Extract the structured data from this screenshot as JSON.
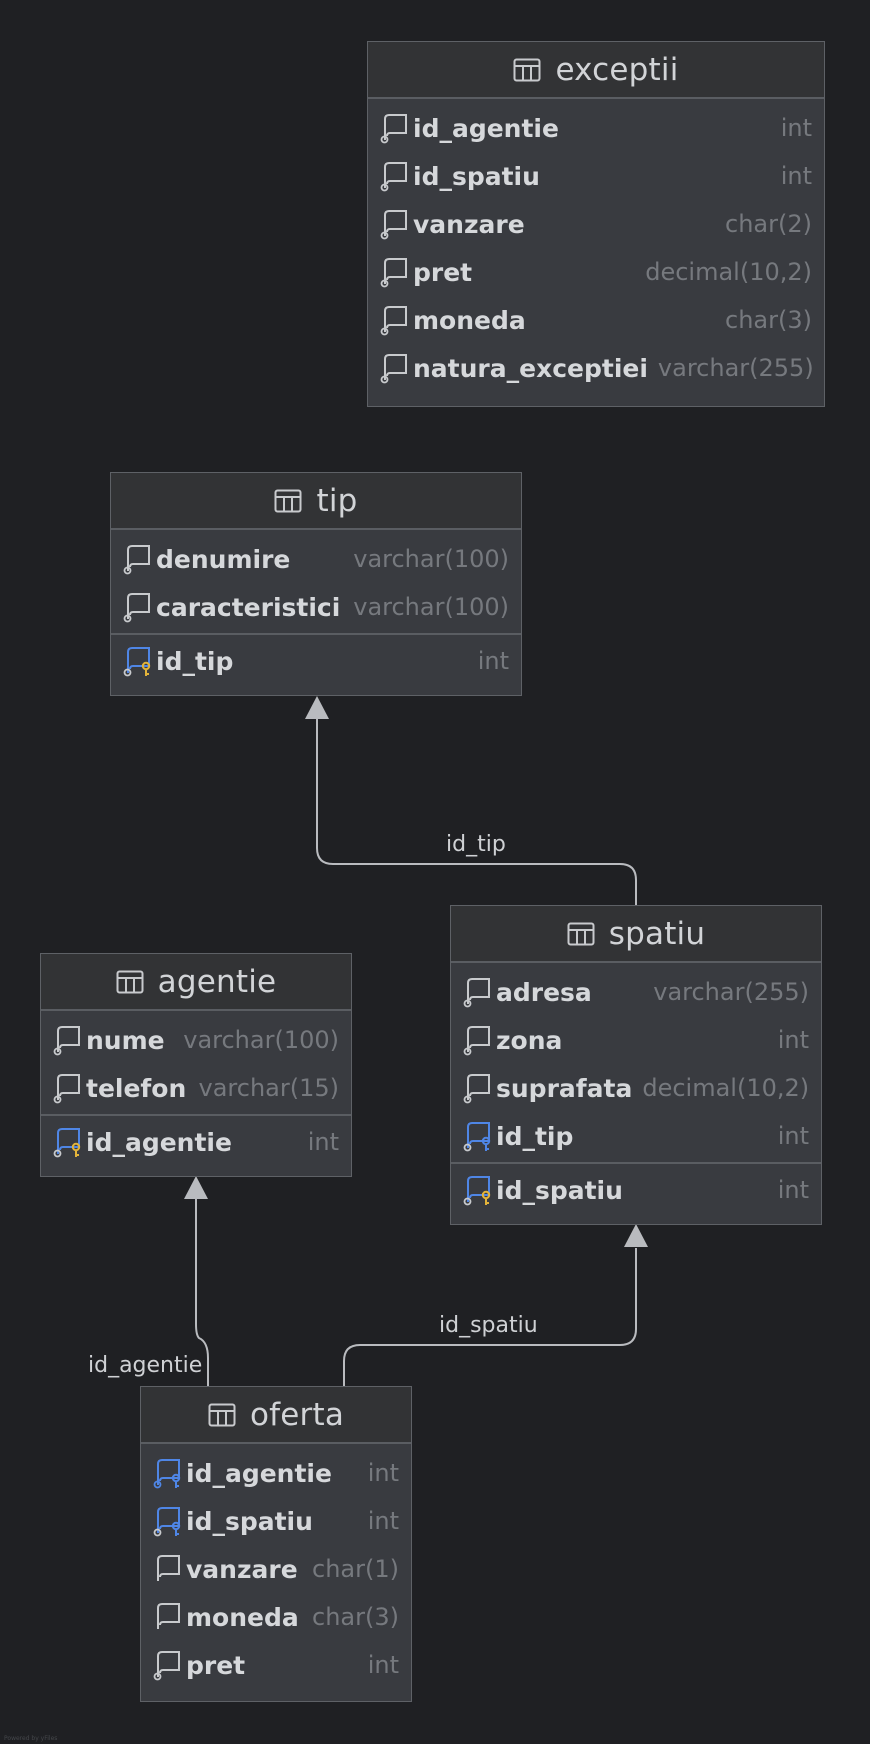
{
  "tables": {
    "exceptii": {
      "name": "exceptii",
      "columns": [
        {
          "name": "id_agentie",
          "type": "int"
        },
        {
          "name": "id_spatiu",
          "type": "int"
        },
        {
          "name": "vanzare",
          "type": "char(2)"
        },
        {
          "name": "pret",
          "type": "decimal(10,2)"
        },
        {
          "name": "moneda",
          "type": "char(3)"
        },
        {
          "name": "natura_exceptiei",
          "type": "varchar(255)"
        }
      ]
    },
    "tip": {
      "name": "tip",
      "columns": [
        {
          "name": "denumire",
          "type": "varchar(100)"
        },
        {
          "name": "caracteristici",
          "type": "varchar(100)"
        }
      ],
      "keys": [
        {
          "name": "id_tip",
          "type": "int"
        }
      ]
    },
    "spatiu": {
      "name": "spatiu",
      "columns": [
        {
          "name": "adresa",
          "type": "varchar(255)"
        },
        {
          "name": "zona",
          "type": "int"
        },
        {
          "name": "suprafata",
          "type": "decimal(10,2)"
        },
        {
          "name": "id_tip",
          "type": "int"
        }
      ],
      "keys": [
        {
          "name": "id_spatiu",
          "type": "int"
        }
      ]
    },
    "agentie": {
      "name": "agentie",
      "columns": [
        {
          "name": "nume",
          "type": "varchar(100)"
        },
        {
          "name": "telefon",
          "type": "varchar(15)"
        }
      ],
      "keys": [
        {
          "name": "id_agentie",
          "type": "int"
        }
      ]
    },
    "oferta": {
      "name": "oferta",
      "columns": [
        {
          "name": "id_agentie",
          "type": "int"
        },
        {
          "name": "id_spatiu",
          "type": "int"
        },
        {
          "name": "vanzare",
          "type": "char(1)"
        },
        {
          "name": "moneda",
          "type": "char(3)"
        },
        {
          "name": "pret",
          "type": "int"
        }
      ]
    }
  },
  "relations": {
    "spatiu_tip": "id_tip",
    "oferta_spatiu": "id_spatiu",
    "oferta_agentie": "id_agentie"
  },
  "icons": {
    "table": "table-grid-icon",
    "column": "column-icon",
    "primary_key": "primary-key-icon",
    "foreign_key": "foreign-key-icon",
    "foreign_key_index": "foreign-key-index-icon"
  },
  "colors": {
    "background": "#1f2023",
    "key_gold": "#e2b33b",
    "key_blue": "#4f86e6",
    "connector": "#b9bbbf"
  },
  "footer": {
    "credit": "Powered by yFiles"
  }
}
